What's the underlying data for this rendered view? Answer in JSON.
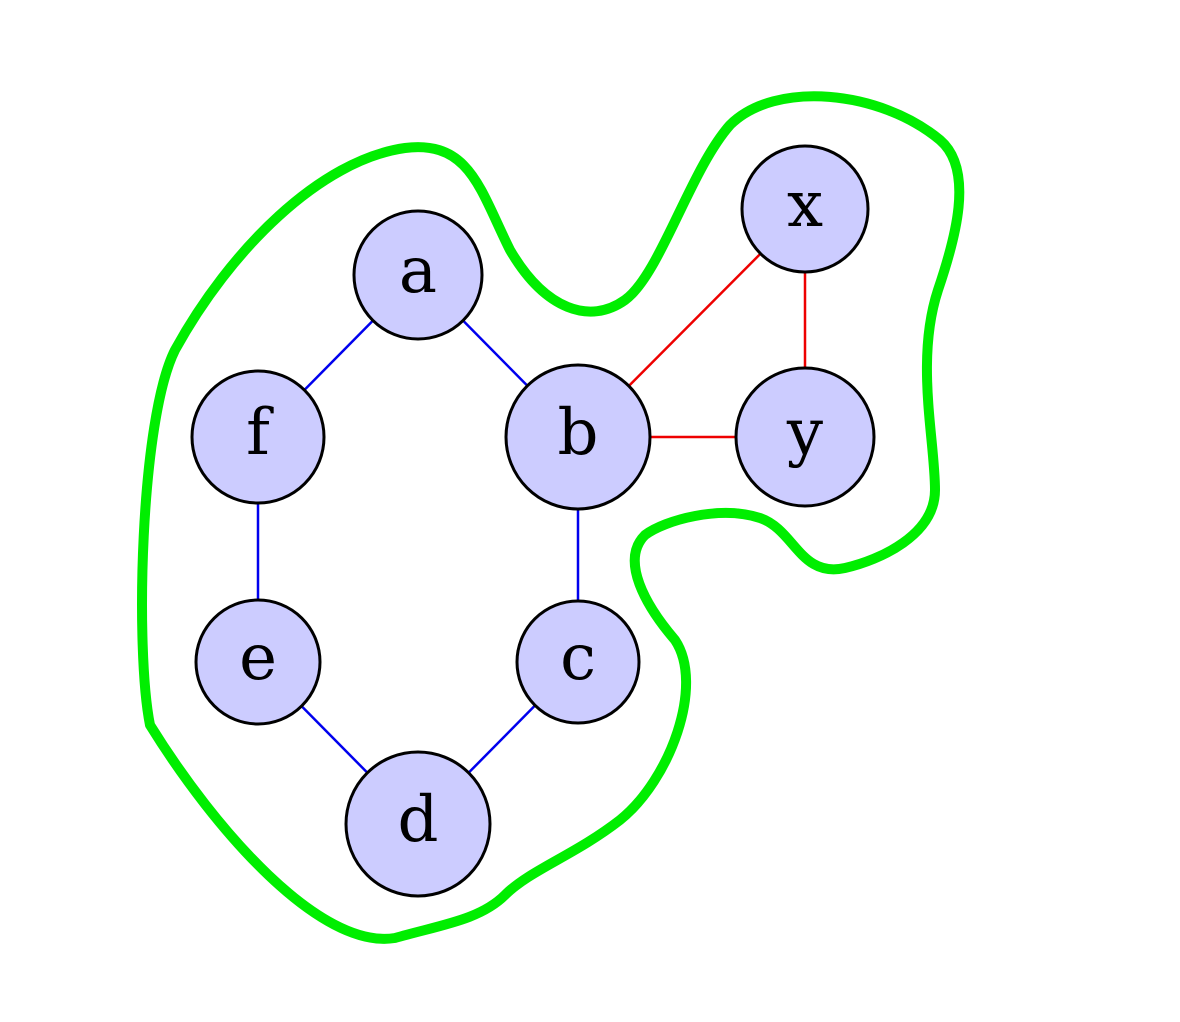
{
  "graph": {
    "colors": {
      "node_fill": "#ccccff",
      "cycle_edge": "#0000ee",
      "triangle_edge": "#ee0000",
      "enclosure": "#00ee00"
    },
    "nodes": [
      {
        "id": "a",
        "label": "a"
      },
      {
        "id": "b",
        "label": "b"
      },
      {
        "id": "c",
        "label": "c"
      },
      {
        "id": "d",
        "label": "d"
      },
      {
        "id": "e",
        "label": "e"
      },
      {
        "id": "f",
        "label": "f"
      },
      {
        "id": "x",
        "label": "x"
      },
      {
        "id": "y",
        "label": "y"
      }
    ],
    "edges": [
      {
        "from": "a",
        "to": "b",
        "color": "blue"
      },
      {
        "from": "b",
        "to": "c",
        "color": "blue"
      },
      {
        "from": "c",
        "to": "d",
        "color": "blue"
      },
      {
        "from": "d",
        "to": "e",
        "color": "blue"
      },
      {
        "from": "e",
        "to": "f",
        "color": "blue"
      },
      {
        "from": "f",
        "to": "a",
        "color": "blue"
      },
      {
        "from": "b",
        "to": "x",
        "color": "red"
      },
      {
        "from": "b",
        "to": "y",
        "color": "red"
      },
      {
        "from": "x",
        "to": "y",
        "color": "red"
      }
    ],
    "enclosure_color": "green"
  }
}
